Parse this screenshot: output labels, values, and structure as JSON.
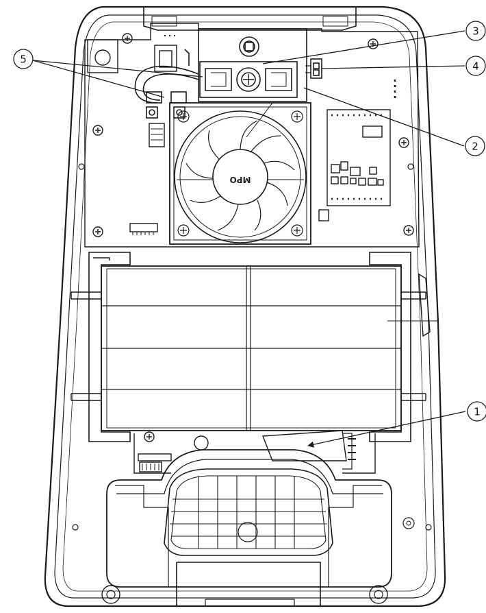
{
  "callouts": [
    {
      "id": "callout-1",
      "label": "1"
    },
    {
      "id": "callout-2",
      "label": "2"
    },
    {
      "id": "callout-3",
      "label": "3"
    },
    {
      "id": "callout-4",
      "label": "4"
    },
    {
      "id": "callout-5",
      "label": "5"
    }
  ],
  "fan_label": "MPO",
  "colors": {
    "line": "#1a1a1a",
    "fill": "#ffffff",
    "shade": "#d9d9d9"
  }
}
